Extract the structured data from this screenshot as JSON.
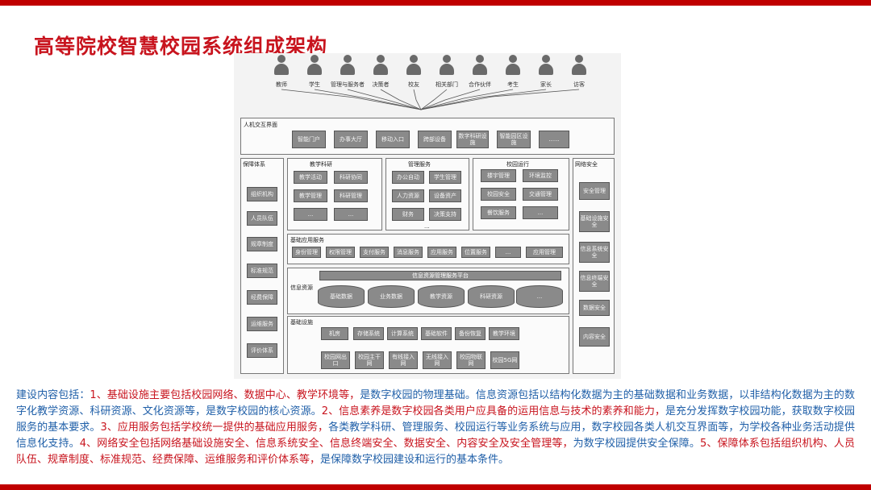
{
  "title": "高等院校智慧校园系统组成架构",
  "users": [
    "教师",
    "学生",
    "管理与服务者",
    "决策者",
    "校友",
    "相关部门",
    "合作伙伴",
    "考生",
    "家长",
    "访客"
  ],
  "hci": {
    "label": "人机交互界面",
    "items": [
      "智能门户",
      "办事大厅",
      "移动入口",
      "跨部设备",
      "数字科研设施",
      "智能园区设施",
      "......"
    ]
  },
  "guarantee": {
    "label": "保障体系",
    "items": [
      "组织机构",
      "人员队伍",
      "规章制度",
      "标准规范",
      "经费保障",
      "运维服务",
      "评价体系"
    ]
  },
  "security": {
    "label": "网络安全",
    "items": [
      "安全管理",
      "基础设施安全",
      "信息系统安全",
      "信息终端安全",
      "数据安全",
      "内容安全"
    ]
  },
  "teaching": {
    "label": "教学科研",
    "items": [
      "教学活动",
      "科研协同",
      "教学管理",
      "科研管理",
      "...",
      "..."
    ]
  },
  "management": {
    "label": "管理服务",
    "items": [
      "办公自动",
      "学生管理",
      "人力资源",
      "设备资产",
      "财务",
      "决策支持"
    ]
  },
  "operation": {
    "label": "校园运行",
    "items": [
      "楼宇管理",
      "环境监控",
      "校园安全",
      "交通管理",
      "餐饮服务",
      "..."
    ]
  },
  "more_dots": "...",
  "basic_services": {
    "label": "基础应用服务",
    "items": [
      "身份管理",
      "权限管理",
      "支付服务",
      "消息服务",
      "应用服务",
      "位置服务",
      "...",
      "应用管理"
    ]
  },
  "info_resources": {
    "label": "信息资源",
    "platform": "信息资源管理服务平台",
    "items": [
      "基础数据",
      "业务数据",
      "教学资源",
      "科研资源",
      "..."
    ]
  },
  "infrastructure": {
    "label": "基础设施",
    "row1": [
      "机房",
      "存储系统",
      "计算系统",
      "基础软件",
      "备份恢复",
      "教学环境"
    ],
    "row2": [
      "校园网出口",
      "校园主干网",
      "有线接入网",
      "无线接入网",
      "校园物联网",
      "校园5G网"
    ]
  },
  "description": {
    "p1": "建设内容包括：",
    "p2": "1、基础设施主要包括校园网络、数据中心、教学环境等，",
    "p3": "是数字校园的物理基础。信息资源包括以结构化数据为主的基础数据和业务数据，以非结构化数据为主的数字化教学资源、科研资源、文化资源等，是数字校园的核心资源。",
    "p4": "2、信息素养是数字校园各类用户应具备的运用信息与技术的素养和能力，",
    "p5": "是充分发挥数字校园功能，获取数字校园服务的基本要求。",
    "p6": "3、应用服务包括学校统一提供的基础应用服务，",
    "p7": "各类教学科研、管理服务、校园运行等业务系统与应用，数字校园各类人机交互界面等，为学校各种业务活动提供信息化支持。",
    "p8": "4、网络安全包括网络基础设施安全、信息系统安全、信息终端安全、数据安全、内容安全及安全管理等，",
    "p9": "为数字校园提供安全保障。",
    "p10": "5、保障体系包括组织机构、人员队伍、规章制度、标准规范、经费保障、运维服务和评价体系等，",
    "p11": "是保障数字校园建设和运行的基本条件。"
  }
}
